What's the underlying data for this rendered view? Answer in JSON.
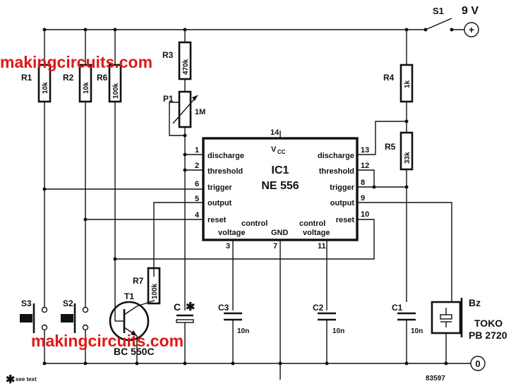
{
  "watermark": "makingcircuits.com",
  "supply": {
    "switch": "S1",
    "voltage": "9 V",
    "plus": "+",
    "ground": "0"
  },
  "resistors": {
    "R1": {
      "name": "R1",
      "value": "10k"
    },
    "R2": {
      "name": "R2",
      "value": "10k"
    },
    "R6": {
      "name": "R6",
      "value": "100k"
    },
    "R3": {
      "name": "R3",
      "value": "470k"
    },
    "R4": {
      "name": "R4",
      "value": "1k"
    },
    "R5": {
      "name": "R5",
      "value": "33k"
    },
    "R7": {
      "name": "R7",
      "value": "100k"
    }
  },
  "pot": {
    "name": "P1",
    "value": "1M"
  },
  "ic": {
    "name": "IC1",
    "part": "NE 556",
    "vcc": "V",
    "vcc_sub": "CC",
    "gnd": "GND"
  },
  "pins_left": [
    {
      "num": "1",
      "label": "discharge"
    },
    {
      "num": "2",
      "label": "threshold"
    },
    {
      "num": "6",
      "label": "trigger"
    },
    {
      "num": "5",
      "label": "output"
    },
    {
      "num": "4",
      "label": "reset"
    }
  ],
  "pins_right": [
    {
      "num": "13",
      "label": "discharge"
    },
    {
      "num": "12",
      "label": "threshold"
    },
    {
      "num": "8",
      "label": "trigger"
    },
    {
      "num": "9",
      "label": "output"
    },
    {
      "num": "10",
      "label": "reset"
    }
  ],
  "pins_bottom": [
    {
      "num": "3",
      "label1": "control",
      "label2": "voltage"
    },
    {
      "num": "7",
      "label1": "GND"
    },
    {
      "num": "11",
      "label1": "control",
      "label2": "voltage"
    }
  ],
  "pin_top": "14",
  "caps": {
    "Cx": {
      "name": "C",
      "mark": "✱"
    },
    "C3": {
      "name": "C3",
      "value": "10n"
    },
    "C2": {
      "name": "C2",
      "value": "10n"
    },
    "C1": {
      "name": "C1",
      "value": "10n"
    }
  },
  "switches": {
    "S2": "S2",
    "S3": "S3"
  },
  "transistor": {
    "name": "T1",
    "part": "BC 550C"
  },
  "buzzer": {
    "name": "Bz",
    "part1": "TOKO",
    "part2": "PB 2720"
  },
  "footnote": {
    "mark": "✱",
    "text": "see text"
  },
  "code": "83597"
}
